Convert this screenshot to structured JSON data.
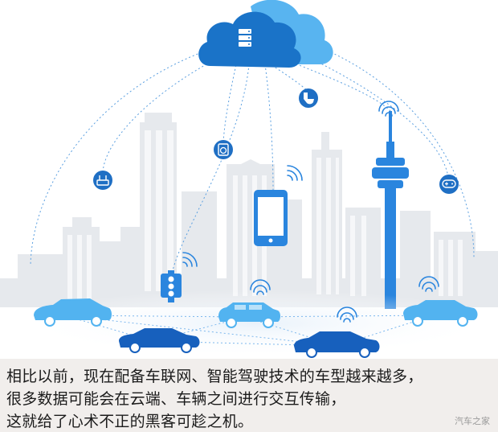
{
  "caption": {
    "line1": "相比以前，现在配备车联网、智能驾驶技术的车型越来越多，",
    "line2": "很多数据可能会在云端、车辆之间进行交互传输，",
    "line3": "这就给了心术不正的黑客可趁之机。"
  },
  "watermark": "汽车之家",
  "icons": [
    "cloud-server-icon",
    "router-icon",
    "washing-machine-icon",
    "toilet-icon",
    "game-controller-icon",
    "smartphone-icon",
    "traffic-light-icon",
    "tv-tower",
    "car-icon"
  ],
  "colors": {
    "cloud_dark": "#1a73c8",
    "cloud_light": "#58b4f0",
    "icon_blue": "#1f6fc4",
    "car_light": "#52b3f0",
    "car_dark": "#1760bd",
    "building": "#e7e9ec",
    "caption_bg": "#f1eeec"
  }
}
